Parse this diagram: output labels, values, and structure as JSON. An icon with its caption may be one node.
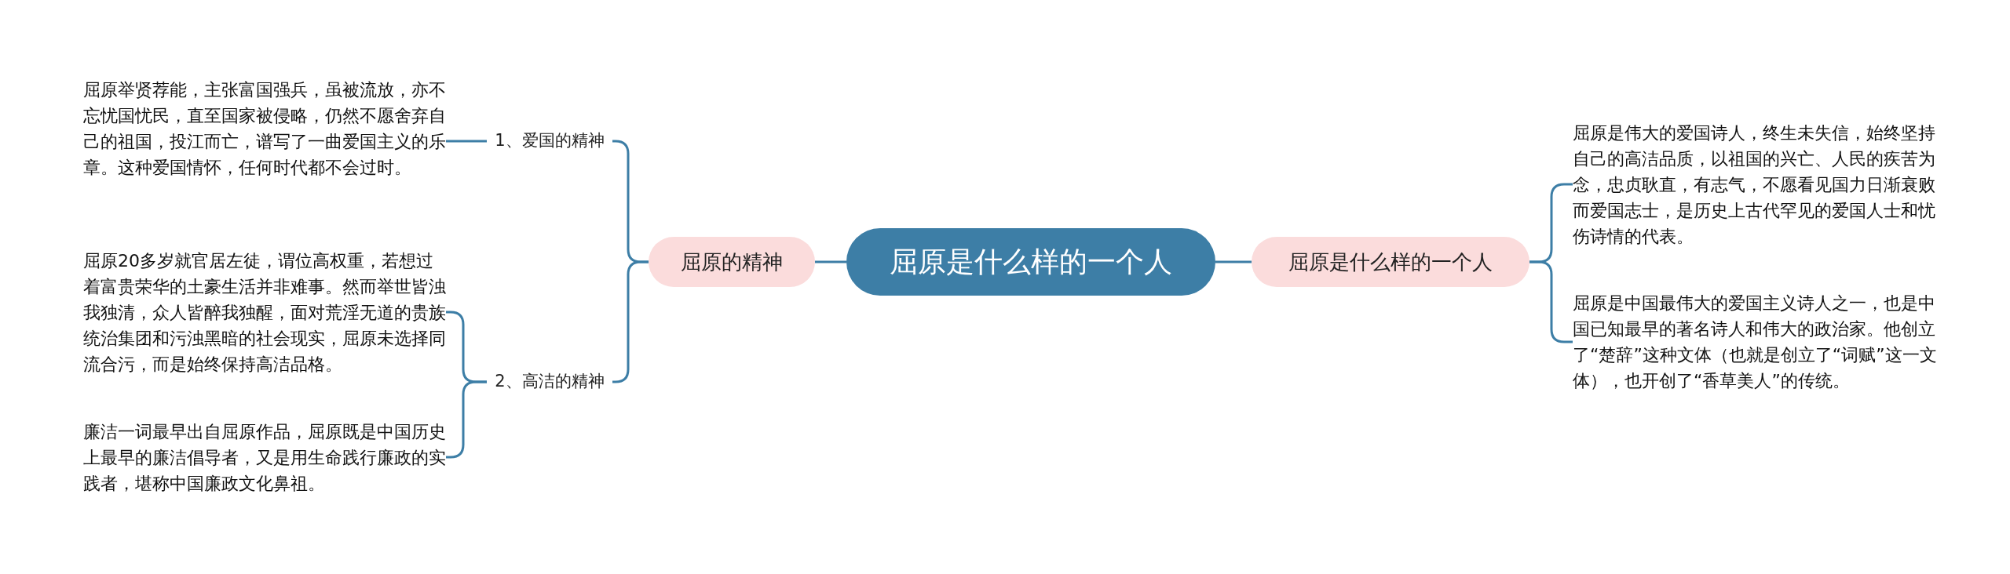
{
  "diagram": {
    "nodes": [
      {
        "text": [
          "屈原是什么样的一个人"
        ]
      },
      {
        "text": [
          "屈原的精神"
        ]
      },
      {
        "text": [
          "1、爱国的精神"
        ]
      },
      {
        "text": [
          "屈原举贤荐能，主张富国强兵，虽被流放，亦不忘忧国忧民，直至国家被侵略，仍然不愿舍弃自己的祖国，投江而亡，谱写了一曲爱国主义的乐章。这种爱国情怀，任何时代都不会过时。"
        ]
      },
      {
        "text": [
          "2、高洁的精神"
        ]
      },
      {
        "text": [
          "屈原20多岁就官居左徒，谓位高权重，若想过着富贵荣华的土豪生活并非难事。然而举世皆浊我独清，众人皆醉我独醒，面对荒淫无道的贵族统治集团和污浊黑暗的社会现实，屈原未选择同流合污，而是始终保持高洁品格。"
        ]
      },
      {
        "text": [
          "廉洁一词最早出自屈原作品，屈原既是中国历史上最早的廉洁倡导者，又是用生命践行廉政的实践者，堪称中国廉政文化鼻祖。"
        ]
      },
      {
        "text": [
          "屈原是什么样的一个人"
        ]
      },
      {
        "text": [
          "屈原是伟大的爱国诗人，终生未失信，始终坚持自己的高洁品质，以祖国的兴亡、人民的疾苦为念，忠贞耿直，有志气，不愿看见国力日渐衰败而爱国志士，是历史上古代罕见的爱国人士和忧伤诗情的代表。"
        ]
      },
      {
        "text": [
          "屈原是中国最伟大的爱国主义诗人之一，也是中国已知最早的著名诗人和伟大的政治家。他创立了“楚辞”这种文体（也就是创立了“词赋”这一文体），也开创了“香草美人”的传统。"
        ]
      }
    ],
    "edges": [
      {
        "from": 0,
        "to": 1,
        "arrow": "none"
      },
      {
        "from": 1,
        "to": 2,
        "arrow": "none"
      },
      {
        "from": 2,
        "to": 3,
        "arrow": "none"
      },
      {
        "from": 1,
        "to": 4,
        "arrow": "none"
      },
      {
        "from": 4,
        "to": 5,
        "arrow": "none"
      },
      {
        "from": 4,
        "to": 6,
        "arrow": "none"
      },
      {
        "from": 0,
        "to": 7,
        "arrow": "none"
      },
      {
        "from": 7,
        "to": 8,
        "arrow": "none"
      },
      {
        "from": 7,
        "to": 9,
        "arrow": "none"
      }
    ]
  }
}
